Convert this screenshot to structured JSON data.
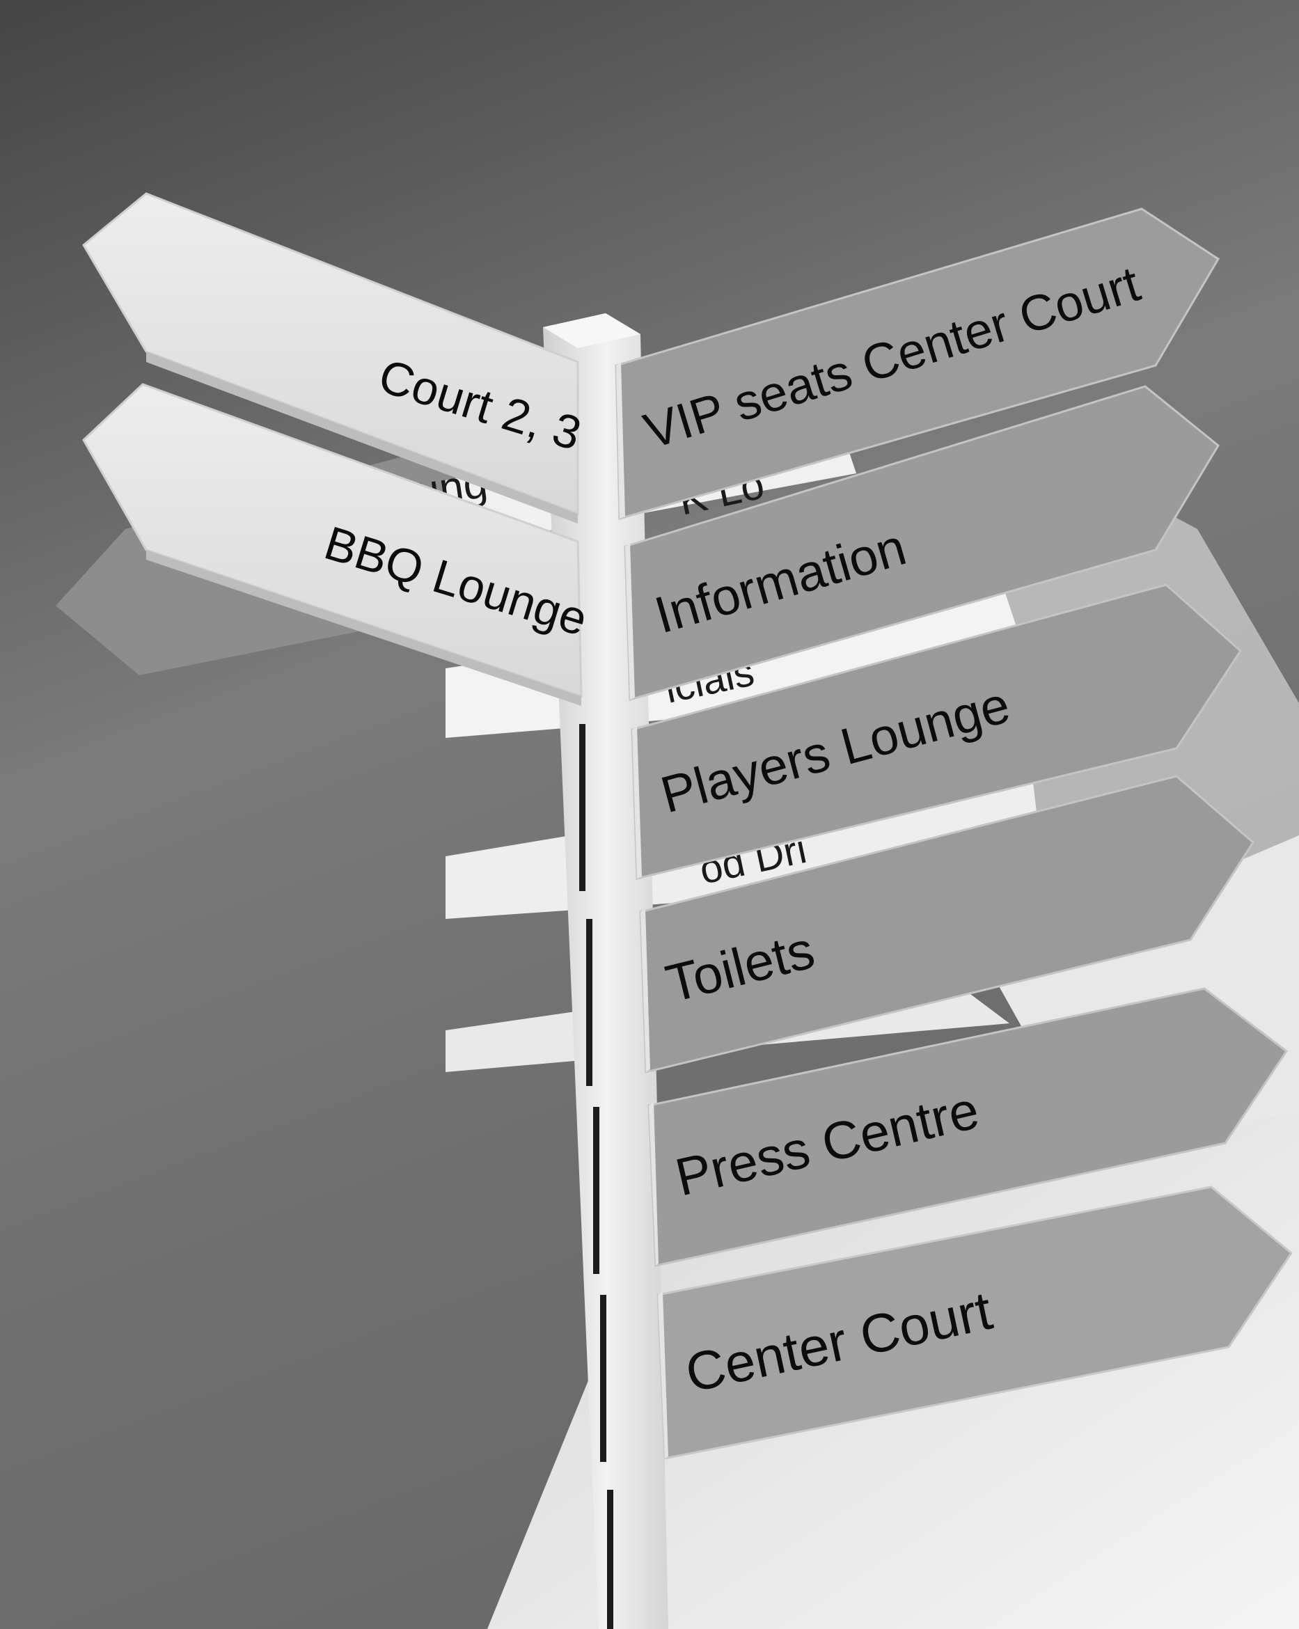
{
  "photo": {
    "subject": "signpost",
    "mode": "grayscale",
    "colors": {
      "sky_top": "#4a4a4a",
      "sky_mid": "#7a7a7a",
      "sky_bottom": "#6c6c6c",
      "sign_face": "#e6e6e6",
      "sign_shadow_face": "#9a9a9a",
      "post": "#dedede",
      "ground": "#efefef",
      "text": "#0c0c0c"
    }
  },
  "signs": {
    "left": [
      {
        "label": "Court 2, 3"
      },
      {
        "label": "BBQ Lounge"
      }
    ],
    "right": [
      {
        "label": "VIP seats Center Court"
      },
      {
        "label": "Information"
      },
      {
        "label": "Players Lounge"
      },
      {
        "label": "Toilets"
      },
      {
        "label": "Press Centre"
      },
      {
        "label": "Center Court"
      }
    ],
    "hidden": [
      {
        "label": "ung"
      },
      {
        "label": "K Lo"
      },
      {
        "label": "icials"
      },
      {
        "label": "od Dri"
      }
    ]
  }
}
